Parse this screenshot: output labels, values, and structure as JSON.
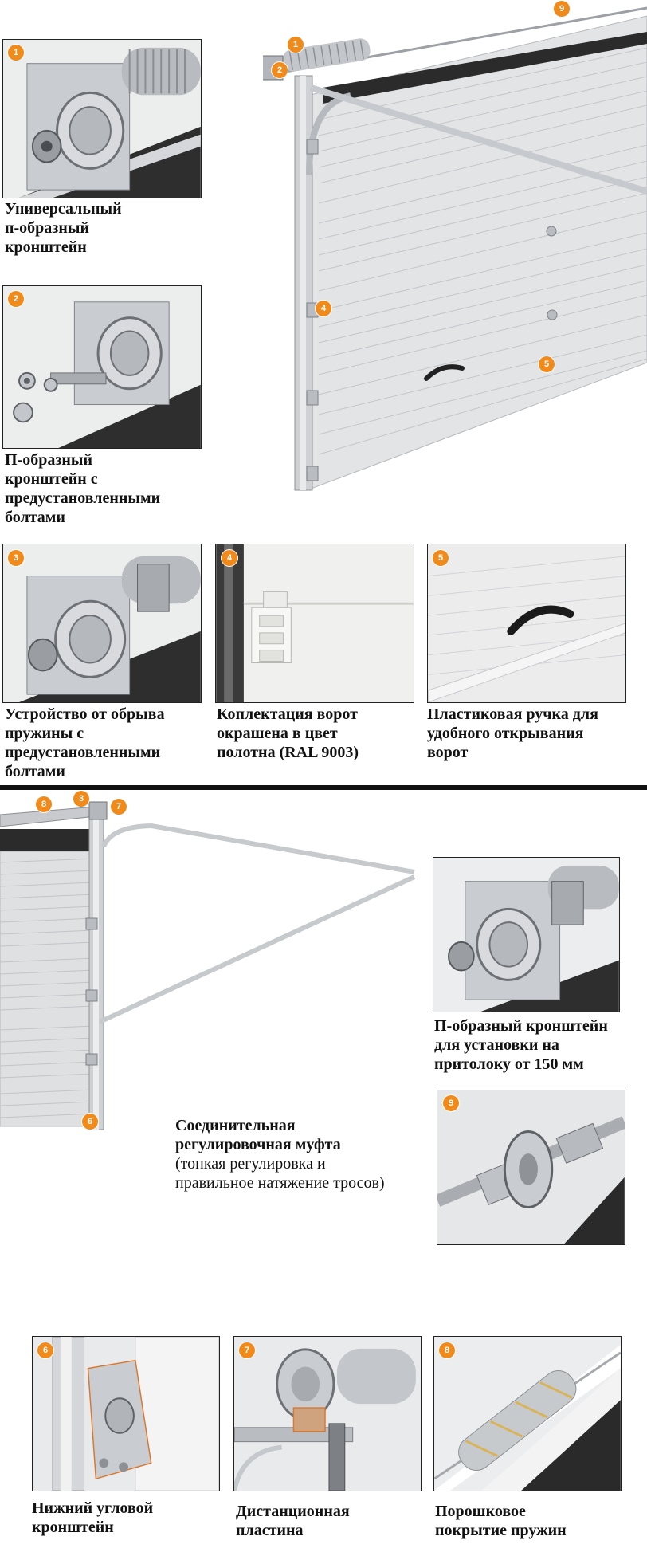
{
  "badges": {
    "b1": "1",
    "b2": "2",
    "b3": "3",
    "b4": "4",
    "b5": "5",
    "b6": "6",
    "b7": "7",
    "b8": "8",
    "b9": "9"
  },
  "captions": {
    "universal_bracket": [
      "Универсальный",
      "п-образный",
      "кронштейн"
    ],
    "p_bracket_bolts": [
      "П-образный",
      "кронштейн с",
      "предустановленными",
      "болтами"
    ],
    "spring_break_device": [
      "Устройство от обрыва",
      "пружины с",
      "предустановленными",
      "болтами"
    ],
    "color_kit": [
      "Коплектация ворот",
      "окрашена в цвет",
      "полотна (RAL 9003)"
    ],
    "plastic_handle": [
      "Пластиковая ручка для",
      "удобного открывания",
      "ворот"
    ],
    "lintel_bracket": [
      "П-образный кронштейн",
      "для установки на",
      "притолоку от 150 мм"
    ],
    "coupling_title": [
      "Соединительная",
      "регулировочная муфта"
    ],
    "coupling_note": [
      "(тонкая регулировка и",
      "правильное натяжение тросов)"
    ],
    "bottom_corner_bracket": [
      "Нижний угловой",
      "кронштейн"
    ],
    "spacer_plate": [
      "Дистанционная",
      "пластина"
    ],
    "powder_coating": [
      "Порошковое",
      "покрытие пружин"
    ]
  },
  "colors": {
    "badge": "#f08a1a",
    "panel": "#e4e5e7",
    "metal": "#b9bcc0",
    "dark": "#2a2a2a"
  }
}
